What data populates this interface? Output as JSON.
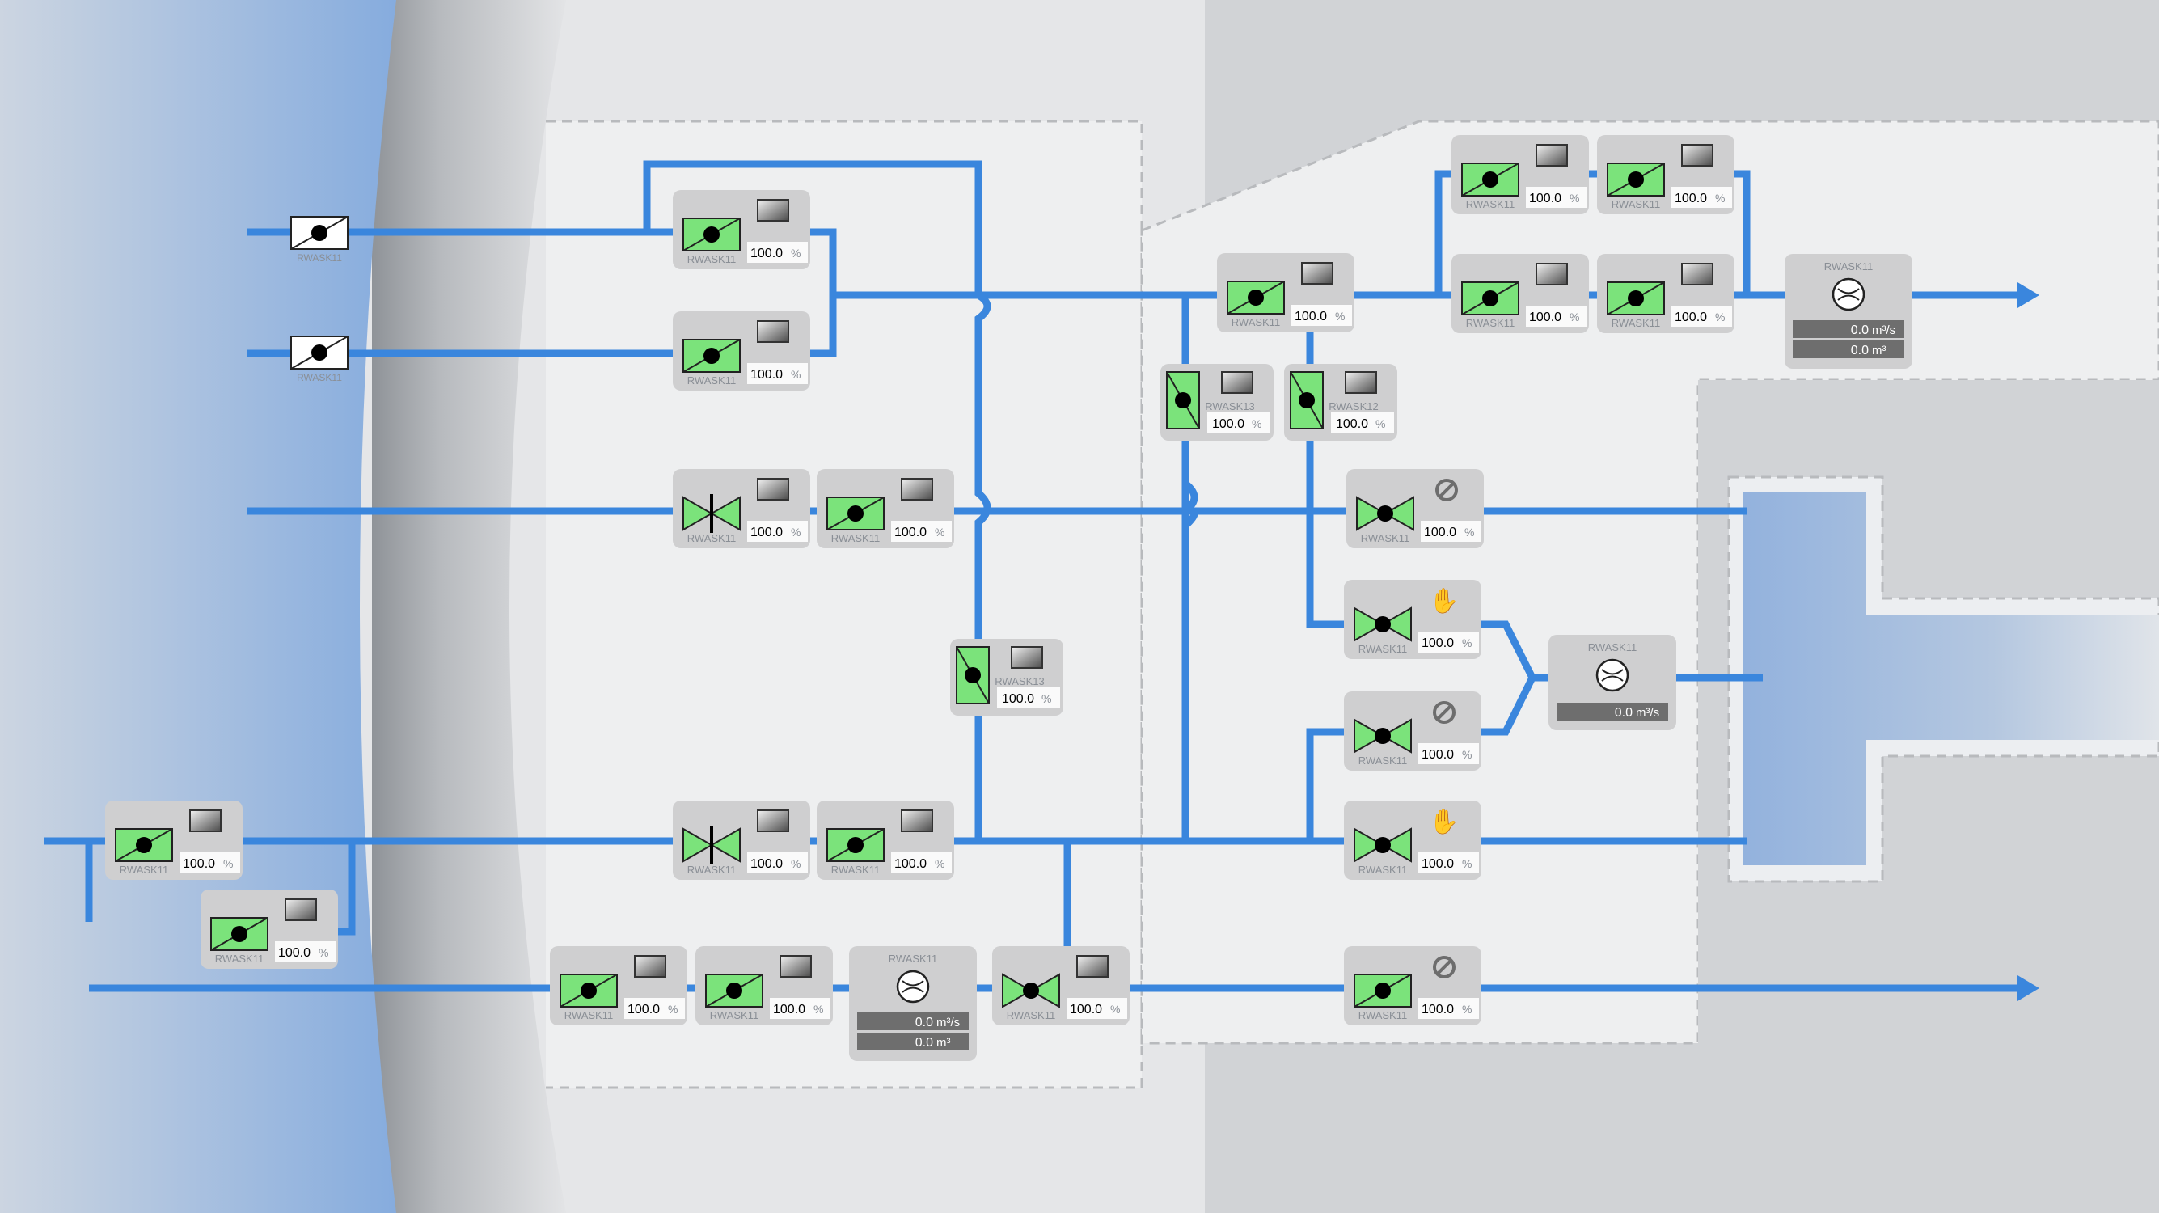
{
  "colors": {
    "pipe": "#3a86dd",
    "gate_fill": "#7be37b",
    "water": "#8faedb",
    "panel": "#cfcfd0",
    "zone": "#eeeff0"
  },
  "units": {
    "percent": "%",
    "flow": "m³/s",
    "volume": "m³"
  },
  "gates": [
    {
      "id": "g_in1",
      "label": "RWASK11",
      "style": "plain",
      "value": null,
      "status": null
    },
    {
      "id": "g_in2",
      "label": "RWASK11",
      "style": "plain",
      "value": null,
      "status": null
    },
    {
      "id": "g1",
      "label": "RWASK11",
      "style": "butterfly",
      "value": "100.0",
      "status": "screen-icon"
    },
    {
      "id": "g2",
      "label": "RWASK11",
      "style": "butterfly",
      "value": "100.0",
      "status": "screen-icon"
    },
    {
      "id": "g3",
      "label": "RWASK11",
      "style": "valve-closed",
      "value": "100.0",
      "status": "screen-icon"
    },
    {
      "id": "g4",
      "label": "RWASK11",
      "style": "butterfly",
      "value": "100.0",
      "status": "screen-icon"
    },
    {
      "id": "g5",
      "label": "RWASK13",
      "style": "butterfly-vertical",
      "value": "100.0",
      "status": "screen-icon"
    },
    {
      "id": "g6",
      "label": "RWASK11",
      "style": "valve-closed",
      "value": "100.0",
      "status": "screen-icon"
    },
    {
      "id": "g7",
      "label": "RWASK11",
      "style": "butterfly",
      "value": "100.0",
      "status": "screen-icon"
    },
    {
      "id": "g8",
      "label": "RWASK11",
      "style": "butterfly",
      "value": "100.0",
      "status": "screen-icon"
    },
    {
      "id": "g9",
      "label": "RWASK11",
      "style": "butterfly",
      "value": "100.0",
      "status": "screen-icon"
    },
    {
      "id": "g10",
      "label": "RWASK11",
      "style": "butterfly",
      "value": "100.0",
      "status": "screen-icon"
    },
    {
      "id": "g11",
      "label": "RWASK11",
      "style": "butterfly",
      "value": "100.0",
      "status": "screen-icon"
    },
    {
      "id": "g12",
      "label": "RWASK11",
      "style": "valve-open",
      "value": "100.0",
      "status": "screen-icon"
    },
    {
      "id": "g13",
      "label": "RWASK11",
      "style": "butterfly",
      "value": "100.0",
      "status": "screen-icon"
    },
    {
      "id": "g14",
      "label": "RWASK13",
      "style": "butterfly-vertical",
      "value": "100.0",
      "status": "screen-icon"
    },
    {
      "id": "g15",
      "label": "RWASK12",
      "style": "butterfly-vertical",
      "value": "100.0",
      "status": "screen-icon"
    },
    {
      "id": "g16",
      "label": "RWASK11",
      "style": "butterfly",
      "value": "100.0",
      "status": "screen-icon"
    },
    {
      "id": "g17",
      "label": "RWASK11",
      "style": "butterfly",
      "value": "100.0",
      "status": "screen-icon"
    },
    {
      "id": "g18",
      "label": "RWASK11",
      "style": "butterfly",
      "value": "100.0",
      "status": "screen-icon"
    },
    {
      "id": "g19",
      "label": "RWASK11",
      "style": "butterfly",
      "value": "100.0",
      "status": "screen-icon"
    },
    {
      "id": "g20",
      "label": "RWASK11",
      "style": "valve-open",
      "value": "100.0",
      "status": "blocked-icon"
    },
    {
      "id": "g21",
      "label": "RWASK11",
      "style": "valve-open",
      "value": "100.0",
      "status": "hand-icon"
    },
    {
      "id": "g22",
      "label": "RWASK11",
      "style": "valve-open",
      "value": "100.0",
      "status": "blocked-icon"
    },
    {
      "id": "g23",
      "label": "RWASK11",
      "style": "valve-open",
      "value": "100.0",
      "status": "hand-icon"
    },
    {
      "id": "g24",
      "label": "RWASK11",
      "style": "butterfly",
      "value": "100.0",
      "status": "blocked-icon"
    }
  ],
  "meters": [
    {
      "id": "m1",
      "label": "RWASK11",
      "flow": "0.0",
      "volume": "0.0"
    },
    {
      "id": "m2",
      "label": "RWASK11",
      "flow": "0.0",
      "volume": "0.0"
    },
    {
      "id": "m3",
      "label": "RWASK11",
      "flow": "0.0",
      "volume": null
    }
  ]
}
